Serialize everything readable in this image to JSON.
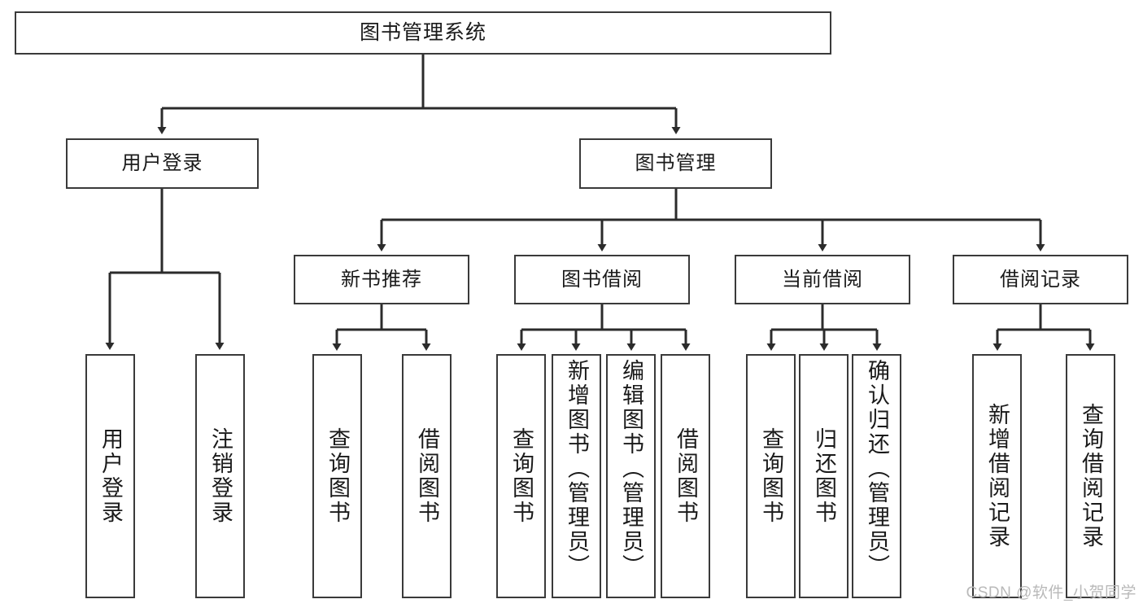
{
  "diagram": {
    "title": "图书管理系统",
    "type": "tree-hierarchy",
    "watermark": "CSDN @软件_小贺同学",
    "colors": {
      "box_border": "#3a3a3a",
      "box_fill": "#ffffff",
      "edge": "#2b2b2b",
      "text": "#1a1a1a",
      "watermark": "#b9b9b9"
    },
    "root": {
      "label": "图书管理系统"
    },
    "level2": [
      {
        "label": "用户登录"
      },
      {
        "label": "图书管理"
      }
    ],
    "level3": [
      {
        "label": "新书推荐"
      },
      {
        "label": "图书借阅"
      },
      {
        "label": "当前借阅"
      },
      {
        "label": "借阅记录"
      }
    ],
    "leaves": {
      "user_login": [
        {
          "label": "用户登录"
        },
        {
          "label": "注销登录"
        }
      ],
      "new_book_recommend": [
        {
          "label": "查询图书"
        },
        {
          "label": "借阅图书"
        }
      ],
      "book_borrow": [
        {
          "label": "查询图书"
        },
        {
          "label": "新增图书（管理员）"
        },
        {
          "label": "编辑图书（管理员）"
        },
        {
          "label": "借阅图书"
        }
      ],
      "current_borrow": [
        {
          "label": "查询图书"
        },
        {
          "label": "归还图书"
        },
        {
          "label": "确认归还（管理员）"
        }
      ],
      "borrow_record": [
        {
          "label": "新增借阅记录"
        },
        {
          "label": "查询借阅记录"
        }
      ]
    }
  }
}
